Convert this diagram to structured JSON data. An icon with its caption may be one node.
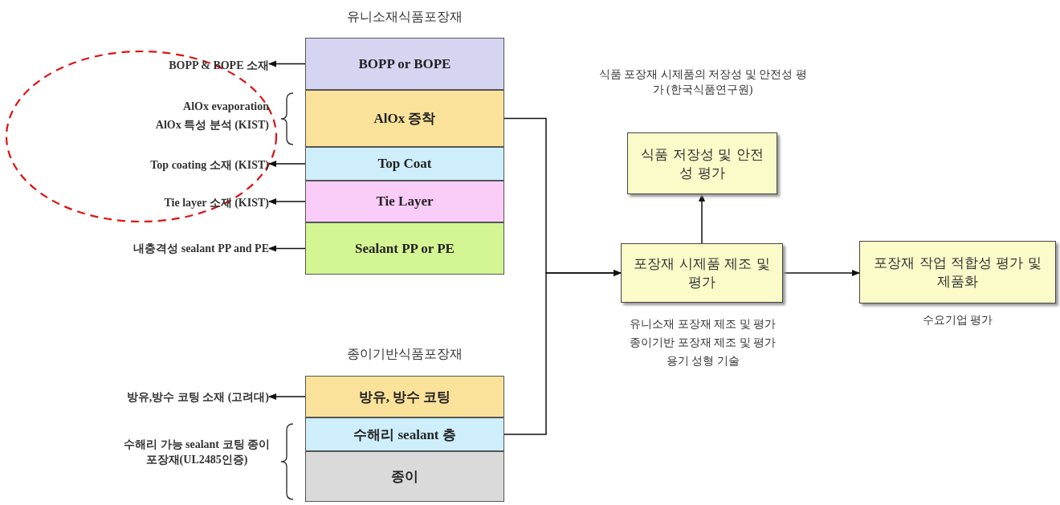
{
  "diagram": {
    "nodes": [
      {
        "text": [
          "BOPP or BOPE"
        ]
      },
      {
        "text": [
          "AlOx 증착"
        ]
      },
      {
        "text": [
          "Top Coat"
        ]
      },
      {
        "text": [
          "Tie Layer"
        ]
      },
      {
        "text": [
          "Sealant PP or PE"
        ]
      },
      {
        "text": [
          "방유, 방수 코팅"
        ]
      },
      {
        "text": [
          "수해리 sealant 층"
        ]
      },
      {
        "text": [
          "종이"
        ]
      },
      {
        "text": [
          "포장재 시제품 제조 및 평가"
        ],
        "beside": [
          "유니소재 포장재 제조 및 평가",
          "종이기반 포장재 제조 및 평가",
          "용기 성형 기술"
        ]
      },
      {
        "text": [
          "식품 저장성 및 안전성 평가"
        ],
        "beside": [
          "식품 포장재 시제품의 저장성 및 안전성 평가 (한국식품연구원)"
        ]
      },
      {
        "text": [
          "포장재 작업 적합성 평가 및 제품화"
        ],
        "beside": [
          "수요기업 평가"
        ]
      },
      {
        "text": [
          "BOPP & BOPE 소재"
        ]
      },
      {
        "text": [
          "Top coating 소재 (KIST)"
        ]
      },
      {
        "text": [
          "Tie layer 소재 (KIST)"
        ]
      },
      {
        "text": [
          "내충격성 sealant PP and PE"
        ]
      },
      {
        "text": [
          "방유,방수 코팅 소재 (고려대)"
        ]
      }
    ],
    "edges": [
      {
        "from": 0,
        "to": 11,
        "arrow": "to"
      },
      {
        "from": 2,
        "to": 12,
        "arrow": "to"
      },
      {
        "from": 3,
        "to": 13,
        "arrow": "to"
      },
      {
        "from": 4,
        "to": 14,
        "arrow": "to"
      },
      {
        "from": 5,
        "to": 15,
        "arrow": "to"
      },
      {
        "from": 1,
        "to": 8,
        "arrow": "to"
      },
      {
        "from": 6,
        "to": 8,
        "arrow": "to"
      },
      {
        "from": 8,
        "to": 9,
        "arrow": "to"
      },
      {
        "from": 8,
        "to": 10,
        "arrow": "to"
      }
    ],
    "labels": [
      "유니소재식품포장재",
      "AlOx evaporation",
      "AlOx 특성 분석 (KIST)",
      "종이기반식품포장재",
      "수해리 가능 sealant 코팅 종이 포장재(UL2485인증)"
    ]
  }
}
